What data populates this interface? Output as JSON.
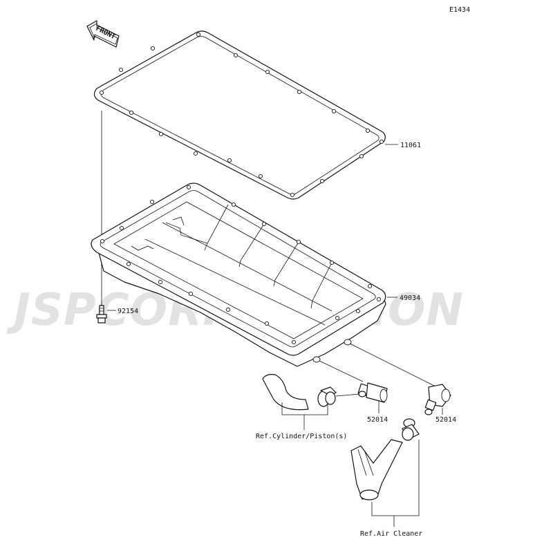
{
  "diagram_id": "E1434",
  "front_marker": "FRONT",
  "watermark": "JSPCORPORATION",
  "callouts": {
    "gasket": "11061",
    "oil_pan": "49034",
    "bolt": "92154",
    "fitting_left": "52014",
    "fitting_right": "52014",
    "ref_cylinder": "Ref.Cylinder/Piston(s)",
    "ref_air_cleaner": "Ref.Air Cleaner"
  }
}
